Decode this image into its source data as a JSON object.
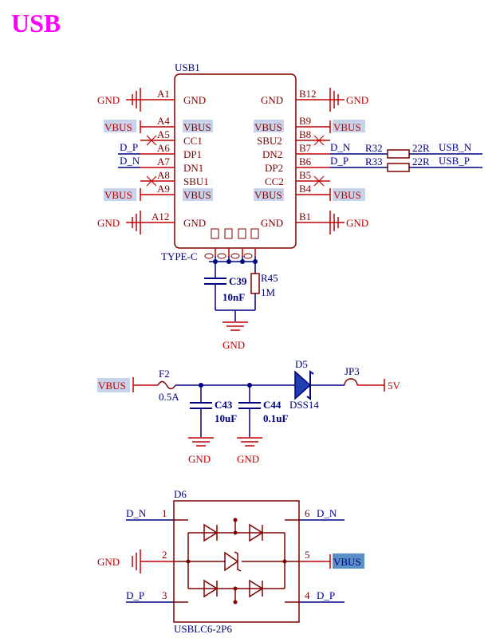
{
  "title": "USB",
  "usb1": {
    "ref": "USB1",
    "footprint": "TYPE-C",
    "left_pins": [
      {
        "num": "A1",
        "name": "GND",
        "net": "GND"
      },
      {
        "num": "A4",
        "name": "VBUS",
        "net": "VBUS"
      },
      {
        "num": "A5",
        "name": "CC1",
        "net": ""
      },
      {
        "num": "A6",
        "name": "DP1",
        "net": "D_P"
      },
      {
        "num": "A7",
        "name": "DN1",
        "net": "D_N"
      },
      {
        "num": "A8",
        "name": "SBU1",
        "net": ""
      },
      {
        "num": "A9",
        "name": "VBUS",
        "net": "VBUS"
      },
      {
        "num": "A12",
        "name": "GND",
        "net": "GND"
      }
    ],
    "right_pins": [
      {
        "num": "B12",
        "name": "GND",
        "net": "GND"
      },
      {
        "num": "B9",
        "name": "VBUS",
        "net": "VBUS"
      },
      {
        "num": "B8",
        "name": "SBU2",
        "net": ""
      },
      {
        "num": "B7",
        "name": "DN2",
        "net": "D_N"
      },
      {
        "num": "B6",
        "name": "DP2",
        "net": "D_P"
      },
      {
        "num": "B5",
        "name": "CC2",
        "net": ""
      },
      {
        "num": "B4",
        "name": "VBUS",
        "net": "VBUS"
      },
      {
        "num": "B1",
        "name": "GND",
        "net": "GND"
      }
    ]
  },
  "r32": {
    "ref": "R32",
    "value": "22R",
    "net": "USB_N"
  },
  "r33": {
    "ref": "R33",
    "value": "22R",
    "net": "USB_P"
  },
  "c39": {
    "ref": "C39",
    "value": "10nF"
  },
  "r45": {
    "ref": "R45",
    "value": "1M"
  },
  "gnd_label": "GND",
  "vbus_label": "VBUS",
  "f2": {
    "ref": "F2",
    "value": "0.5A"
  },
  "c43": {
    "ref": "C43",
    "value": "10uF"
  },
  "c44": {
    "ref": "C44",
    "value": "0.1uF"
  },
  "d5": {
    "ref": "D5",
    "value": "DSS14"
  },
  "jp3": {
    "ref": "JP3"
  },
  "out_net": "5V",
  "d6": {
    "ref": "D6",
    "value": "USBLC6-2P6",
    "pins": [
      {
        "num": "1",
        "net": "D_N"
      },
      {
        "num": "2",
        "net": "GND"
      },
      {
        "num": "3",
        "net": "D_P"
      },
      {
        "num": "6",
        "net": "D_N"
      },
      {
        "num": "5",
        "net": "VBUS"
      },
      {
        "num": "4",
        "net": "D_P"
      }
    ]
  }
}
